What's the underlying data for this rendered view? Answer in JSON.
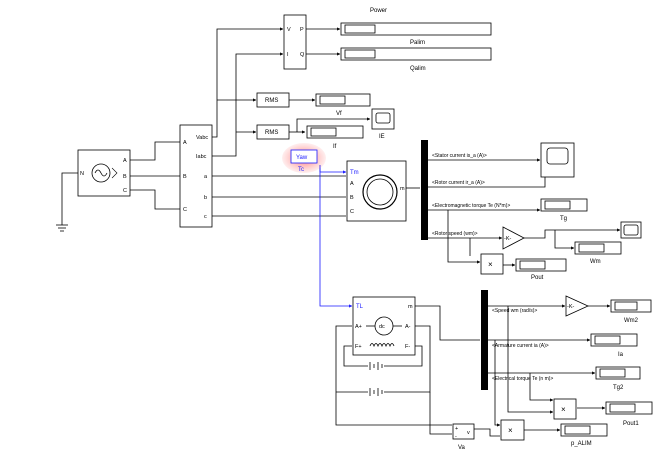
{
  "blocks": {
    "power": {
      "title": "Power",
      "port_v": "V",
      "port_i": "I",
      "port_p": "P",
      "port_q": "Q"
    },
    "rms1": {
      "label": "RMS"
    },
    "rms2": {
      "label": "RMS"
    },
    "vabc_meas": {
      "port_a": "A",
      "port_b": "B",
      "port_c": "C",
      "port_vabc": "Vabc",
      "port_iabc": "Iabc",
      "port_oa": "a",
      "port_ob": "b",
      "port_oc": "c"
    },
    "source": {
      "port_n": "N",
      "port_a": "A",
      "port_b": "B",
      "port_c": "C"
    },
    "yaw": {
      "label": "Yaw",
      "tc": "Tc"
    },
    "async_machine": {
      "port_tm": "Tm",
      "port_a": "A",
      "port_b": "B",
      "port_c": "C",
      "port_m": "m"
    },
    "dc_machine": {
      "port_tl": "TL",
      "port_m": "m",
      "port_ap": "A+",
      "port_am": "A-",
      "port_fp": "F+",
      "port_fm": "F-",
      "label": "dc"
    },
    "gain1": {
      "label": "-K-"
    },
    "gain2": {
      "label": "-K-"
    },
    "product": {
      "label": "×"
    },
    "va": {
      "label": "Va",
      "plus": "+",
      "minus": "-",
      "v": "v"
    }
  },
  "bus1_signals": [
    "<Stator current is_a (A)>",
    "<Rotor current ir_a (A)>",
    "<Electromagnetic torque Te (N*m)>",
    "<Rotor speed (wm)>"
  ],
  "bus2_signals": [
    "<Speed wm (rad/s)>",
    "<Armature current ia (A)>",
    "<Electrical torque Te (n m)>"
  ],
  "displays": {
    "palim": "Palim",
    "qalim": "Qalim",
    "vf": "Vf",
    "ie": "IE",
    "if": "If",
    "tg": "Tg",
    "wm": "Wm",
    "pout": "Pout",
    "wm2": "Wm2",
    "ia": "Ia",
    "tg2": "Tg2",
    "pout1": "Pout1",
    "p_alim": "p_ALIM"
  }
}
